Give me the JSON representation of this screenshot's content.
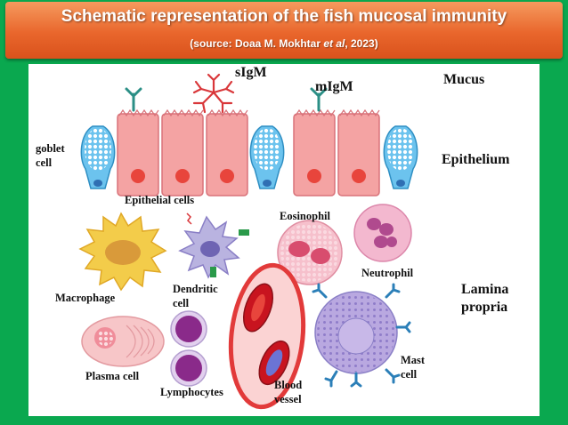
{
  "header": {
    "title": "Schematic representation of the fish mucosal immunity",
    "source_prefix": "(source: Doaa M. Mokhtar ",
    "source_etal": "et al",
    "source_suffix": ", 2023)"
  },
  "labels": {
    "sigm": "sIgM",
    "migm": "mIgM",
    "mucus": "Mucus",
    "goblet_line1": "goblet",
    "goblet_line2": "cell",
    "epithelium": "Epithelium",
    "epithelial_cells": "Epithelial cells",
    "eosinophil": "Eosinophil",
    "neutrophil": "Neutrophil",
    "macrophage": "Macrophage",
    "dendritic_line1": "Dendritic",
    "dendritic_line2": "cell",
    "lamina_line1": "Lamina",
    "lamina_line2": "propria",
    "plasma_cell": "Plasma cell",
    "lymphocytes": "Lymphocytes",
    "blood_line1": "Blood",
    "blood_line2": "vessel",
    "mast_line1": "Mast",
    "mast_line2": "cell"
  },
  "colors": {
    "background": "#0aa84f",
    "banner": "#e9662c",
    "epithelial_cell": "#f4a3a3",
    "nucleus_red": "#e8453c",
    "goblet": "#6cc3ee",
    "macrophage": "#f3cc4a",
    "dendritic": "#b9b3e0",
    "eosinophil": "#f6c0cc",
    "neutrophil": "#f3b8cf",
    "plasma_cell": "#f7c6c8",
    "lymphocyte": "#8a2a8a",
    "blood_vessel": "#e23a3a",
    "mast_cell": "#b9a8e0",
    "antibody": "#2b8f86"
  }
}
